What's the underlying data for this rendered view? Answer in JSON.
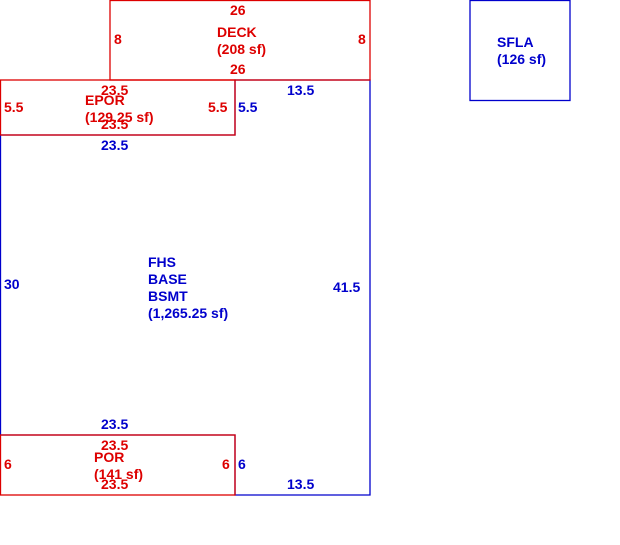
{
  "colors": {
    "living": "#0000cc",
    "exterior": "#dd0000",
    "background": "#ffffff"
  },
  "sfla": {
    "code": "SFLA",
    "area": "(126 sf)"
  },
  "main": {
    "lines": [
      "FHS",
      "BASE",
      "BSMT",
      "(1,265.25 sf)"
    ],
    "dims": {
      "left": "30",
      "right": "41.5",
      "top_right": "13.5",
      "bottom_right": "13.5",
      "top_inner": "23.5",
      "bottom_inner": "23.5",
      "epor_side": "5.5",
      "por_side": "6"
    }
  },
  "deck": {
    "code": "DECK",
    "area": "(208 sf)",
    "dims": {
      "top": "26",
      "bottom": "26",
      "left": "8",
      "right": "8"
    }
  },
  "epor": {
    "code": "EPOR",
    "area": "(129.25 sf)",
    "dims": {
      "top": "23.5",
      "bottom": "23.5",
      "left": "5.5",
      "right": "5.5"
    }
  },
  "por": {
    "code": "POR",
    "area": "(141 sf)",
    "dims": {
      "top": "23.5",
      "bottom": "23.5",
      "left": "6",
      "right": "6"
    }
  }
}
